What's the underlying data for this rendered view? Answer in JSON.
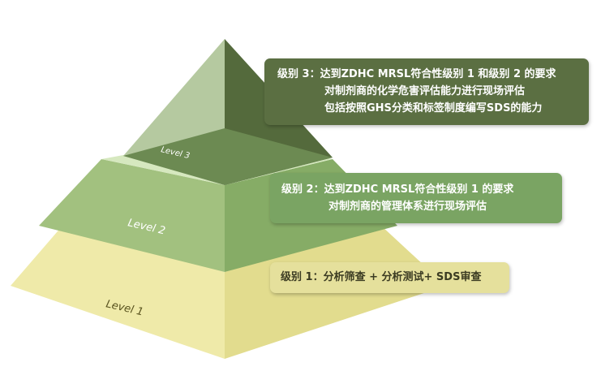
{
  "colors": {
    "level3_callout": "#5b6f42",
    "level2_callout": "#7aa463",
    "level1_callout": "#e5e09c",
    "level1_text": "#3b3b22"
  },
  "levels": [
    {
      "id": "level-1",
      "label": "Level 1"
    },
    {
      "id": "level-2",
      "label": "Level 2"
    },
    {
      "id": "level-3",
      "label": "Level 3"
    }
  ],
  "callouts": {
    "level3": {
      "line1": "级别 3：达到ZDHC MRSL符合性级别 1 和级别 2 的要求",
      "line2": "对制剂商的化学危害评估能力进行现场评估",
      "line3": "包括按照GHS分类和标签制度编写SDS的能力"
    },
    "level2": {
      "line1": "级别 2：达到ZDHC MRSL符合性级别 1 的要求",
      "line2": "对制剂商的管理体系进行现场评估"
    },
    "level1": {
      "line1": "级别 1：分析筛查 + 分析测试+ SDS审查"
    }
  }
}
